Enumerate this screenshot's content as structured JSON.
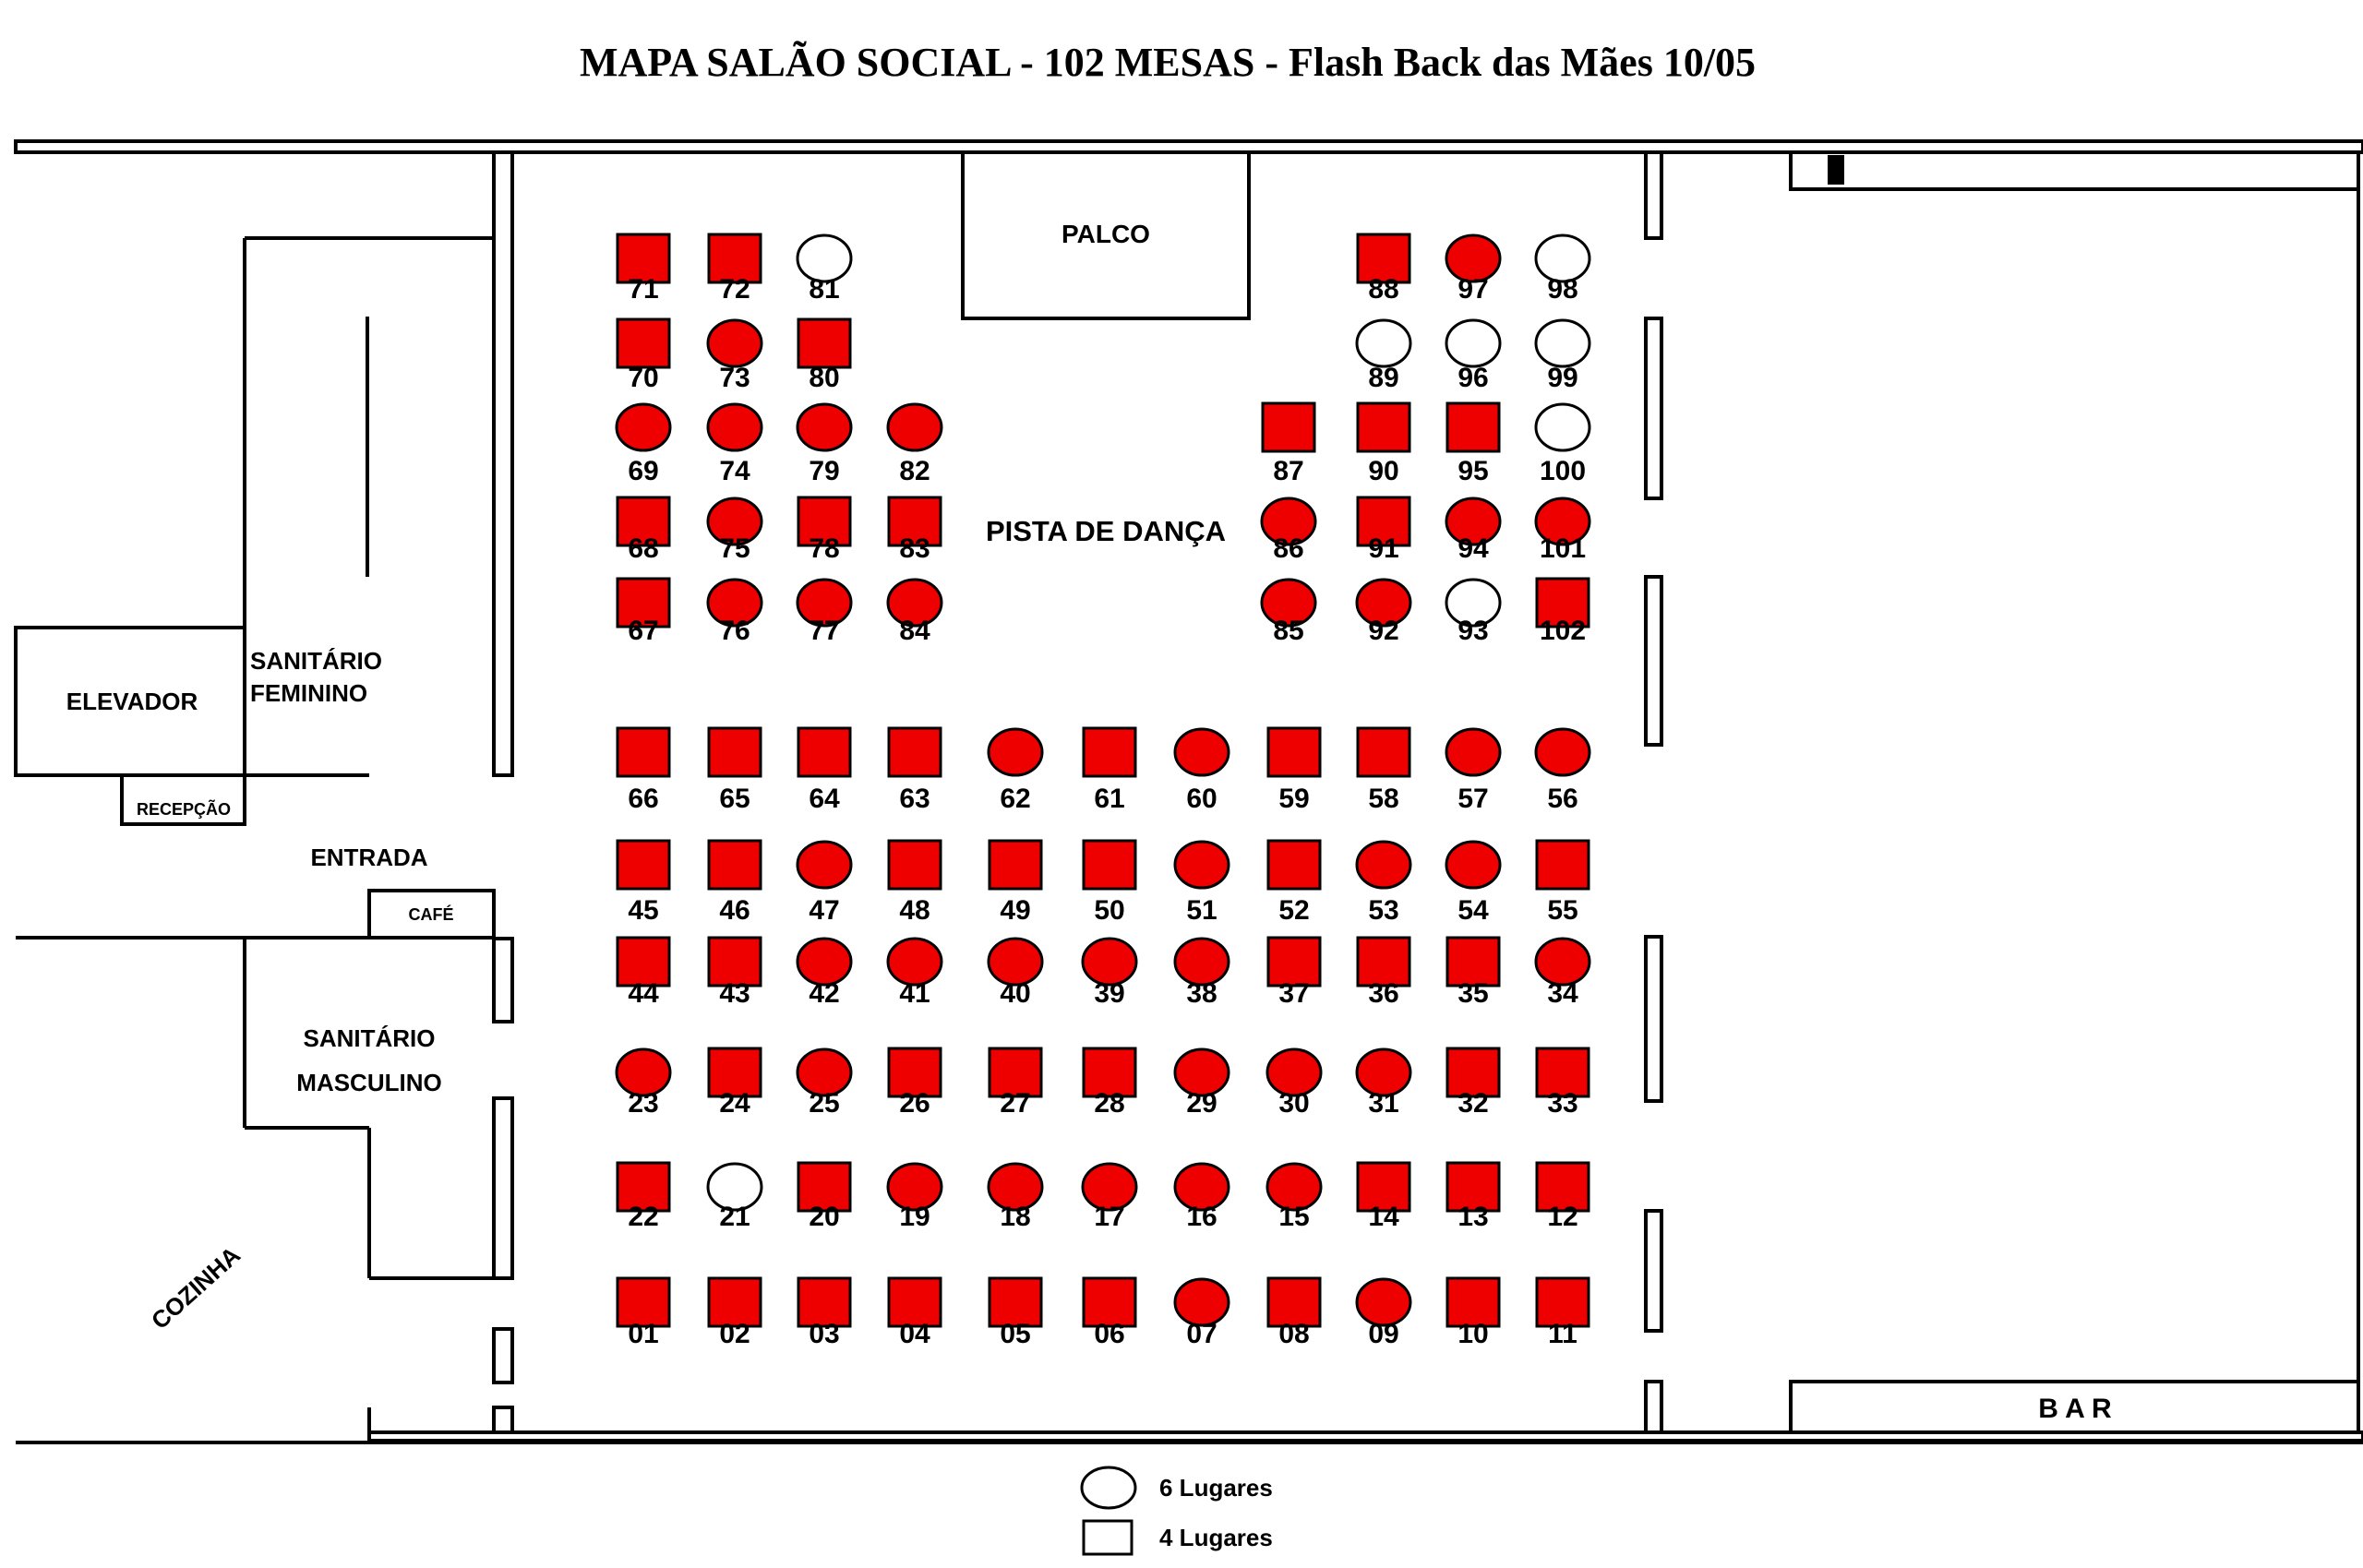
{
  "title": "MAPA SALÃO SOCIAL - 102 MESAS - Flash Back das Mães 10/05",
  "rooms": {
    "palco": "PALCO",
    "pista": "PISTA DE DANÇA",
    "elevador": "ELEVADOR",
    "recepcao": "RECEPÇÃO",
    "entrada": "ENTRADA",
    "cafe": "CAFÉ",
    "sanitario_feminino": [
      "SANITÁRIO",
      "FEMININO"
    ],
    "sanitario_masculino": [
      "SANITÁRIO",
      "MASCULINO"
    ],
    "cozinha": "COZINHA",
    "bar": "B A R"
  },
  "legend": [
    {
      "shape": "round",
      "label": "6 Lugares"
    },
    {
      "shape": "square",
      "label": "4 Lugares"
    }
  ],
  "colors": {
    "occupied": "#ee0000",
    "free": "#ffffff",
    "outline": "#000000"
  },
  "tables": [
    {
      "id": "71",
      "shape": "square",
      "occupied": true
    },
    {
      "id": "72",
      "shape": "square",
      "occupied": true
    },
    {
      "id": "81",
      "shape": "round",
      "occupied": false
    },
    {
      "id": "70",
      "shape": "square",
      "occupied": true
    },
    {
      "id": "73",
      "shape": "round",
      "occupied": true
    },
    {
      "id": "80",
      "shape": "square",
      "occupied": true
    },
    {
      "id": "69",
      "shape": "round",
      "occupied": true
    },
    {
      "id": "74",
      "shape": "round",
      "occupied": true
    },
    {
      "id": "79",
      "shape": "round",
      "occupied": true
    },
    {
      "id": "82",
      "shape": "round",
      "occupied": true
    },
    {
      "id": "68",
      "shape": "square",
      "occupied": true
    },
    {
      "id": "75",
      "shape": "round",
      "occupied": true
    },
    {
      "id": "78",
      "shape": "square",
      "occupied": true
    },
    {
      "id": "83",
      "shape": "square",
      "occupied": true
    },
    {
      "id": "67",
      "shape": "square",
      "occupied": true
    },
    {
      "id": "76",
      "shape": "round",
      "occupied": true
    },
    {
      "id": "77",
      "shape": "round",
      "occupied": true
    },
    {
      "id": "84",
      "shape": "round",
      "occupied": true
    },
    {
      "id": "88",
      "shape": "square",
      "occupied": true
    },
    {
      "id": "97",
      "shape": "round",
      "occupied": true
    },
    {
      "id": "98",
      "shape": "round",
      "occupied": false
    },
    {
      "id": "89",
      "shape": "round",
      "occupied": false
    },
    {
      "id": "96",
      "shape": "round",
      "occupied": false
    },
    {
      "id": "99",
      "shape": "round",
      "occupied": false
    },
    {
      "id": "87",
      "shape": "square",
      "occupied": true
    },
    {
      "id": "90",
      "shape": "square",
      "occupied": true
    },
    {
      "id": "95",
      "shape": "square",
      "occupied": true
    },
    {
      "id": "100",
      "shape": "round",
      "occupied": false
    },
    {
      "id": "86",
      "shape": "round",
      "occupied": true
    },
    {
      "id": "91",
      "shape": "square",
      "occupied": true
    },
    {
      "id": "94",
      "shape": "round",
      "occupied": true
    },
    {
      "id": "101",
      "shape": "round",
      "occupied": true
    },
    {
      "id": "85",
      "shape": "round",
      "occupied": true
    },
    {
      "id": "92",
      "shape": "round",
      "occupied": true
    },
    {
      "id": "93",
      "shape": "round",
      "occupied": false
    },
    {
      "id": "102",
      "shape": "square",
      "occupied": true
    },
    {
      "id": "66",
      "shape": "square",
      "occupied": true
    },
    {
      "id": "65",
      "shape": "square",
      "occupied": true
    },
    {
      "id": "64",
      "shape": "square",
      "occupied": true
    },
    {
      "id": "63",
      "shape": "square",
      "occupied": true
    },
    {
      "id": "62",
      "shape": "round",
      "occupied": true
    },
    {
      "id": "61",
      "shape": "square",
      "occupied": true
    },
    {
      "id": "60",
      "shape": "round",
      "occupied": true
    },
    {
      "id": "59",
      "shape": "square",
      "occupied": true
    },
    {
      "id": "58",
      "shape": "square",
      "occupied": true
    },
    {
      "id": "57",
      "shape": "round",
      "occupied": true
    },
    {
      "id": "56",
      "shape": "round",
      "occupied": true
    },
    {
      "id": "45",
      "shape": "square",
      "occupied": true
    },
    {
      "id": "46",
      "shape": "square",
      "occupied": true
    },
    {
      "id": "47",
      "shape": "round",
      "occupied": true
    },
    {
      "id": "48",
      "shape": "square",
      "occupied": true
    },
    {
      "id": "49",
      "shape": "square",
      "occupied": true
    },
    {
      "id": "50",
      "shape": "square",
      "occupied": true
    },
    {
      "id": "51",
      "shape": "round",
      "occupied": true
    },
    {
      "id": "52",
      "shape": "square",
      "occupied": true
    },
    {
      "id": "53",
      "shape": "round",
      "occupied": true
    },
    {
      "id": "54",
      "shape": "round",
      "occupied": true
    },
    {
      "id": "55",
      "shape": "square",
      "occupied": true
    },
    {
      "id": "44",
      "shape": "square",
      "occupied": true
    },
    {
      "id": "43",
      "shape": "square",
      "occupied": true
    },
    {
      "id": "42",
      "shape": "round",
      "occupied": true
    },
    {
      "id": "41",
      "shape": "round",
      "occupied": true
    },
    {
      "id": "40",
      "shape": "round",
      "occupied": true
    },
    {
      "id": "39",
      "shape": "round",
      "occupied": true
    },
    {
      "id": "38",
      "shape": "round",
      "occupied": true
    },
    {
      "id": "37",
      "shape": "square",
      "occupied": true
    },
    {
      "id": "36",
      "shape": "square",
      "occupied": true
    },
    {
      "id": "35",
      "shape": "square",
      "occupied": true
    },
    {
      "id": "34",
      "shape": "round",
      "occupied": true
    },
    {
      "id": "23",
      "shape": "round",
      "occupied": true
    },
    {
      "id": "24",
      "shape": "square",
      "occupied": true
    },
    {
      "id": "25",
      "shape": "round",
      "occupied": true
    },
    {
      "id": "26",
      "shape": "square",
      "occupied": true
    },
    {
      "id": "27",
      "shape": "square",
      "occupied": true
    },
    {
      "id": "28",
      "shape": "square",
      "occupied": true
    },
    {
      "id": "29",
      "shape": "round",
      "occupied": true
    },
    {
      "id": "30",
      "shape": "round",
      "occupied": true
    },
    {
      "id": "31",
      "shape": "round",
      "occupied": true
    },
    {
      "id": "32",
      "shape": "square",
      "occupied": true
    },
    {
      "id": "33",
      "shape": "square",
      "occupied": true
    },
    {
      "id": "22",
      "shape": "square",
      "occupied": true
    },
    {
      "id": "21",
      "shape": "round",
      "occupied": false
    },
    {
      "id": "20",
      "shape": "square",
      "occupied": true
    },
    {
      "id": "19",
      "shape": "round",
      "occupied": true
    },
    {
      "id": "18",
      "shape": "round",
      "occupied": true
    },
    {
      "id": "17",
      "shape": "round",
      "occupied": true
    },
    {
      "id": "16",
      "shape": "round",
      "occupied": true
    },
    {
      "id": "15",
      "shape": "round",
      "occupied": true
    },
    {
      "id": "14",
      "shape": "square",
      "occupied": true
    },
    {
      "id": "13",
      "shape": "square",
      "occupied": true
    },
    {
      "id": "12",
      "shape": "square",
      "occupied": true
    },
    {
      "id": "01",
      "shape": "square",
      "occupied": true
    },
    {
      "id": "02",
      "shape": "square",
      "occupied": true
    },
    {
      "id": "03",
      "shape": "square",
      "occupied": true
    },
    {
      "id": "04",
      "shape": "square",
      "occupied": true
    },
    {
      "id": "05",
      "shape": "square",
      "occupied": true
    },
    {
      "id": "06",
      "shape": "square",
      "occupied": true
    },
    {
      "id": "07",
      "shape": "round",
      "occupied": true
    },
    {
      "id": "08",
      "shape": "square",
      "occupied": true
    },
    {
      "id": "09",
      "shape": "round",
      "occupied": true
    },
    {
      "id": "10",
      "shape": "square",
      "occupied": true
    },
    {
      "id": "11",
      "shape": "square",
      "occupied": true
    }
  ]
}
